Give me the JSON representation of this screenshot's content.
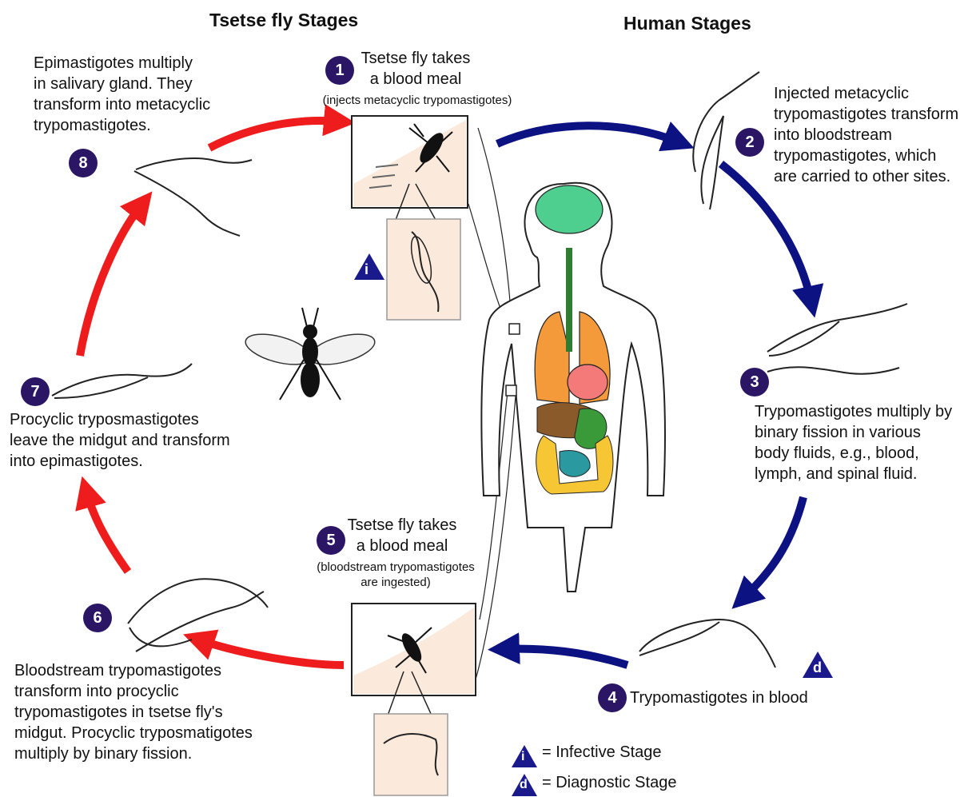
{
  "headers": {
    "tsetse": "Tsetse fly Stages",
    "human": "Human Stages"
  },
  "steps": [
    {
      "n": "1",
      "text": "Tsetse fly takes\na blood meal",
      "sub": "(injects metacyclic trypomastigotes)"
    },
    {
      "n": "2",
      "text": "Injected metacyclic\ntrypomastigotes transform\ninto bloodstream\ntrypomastigotes, which\nare carried to other sites."
    },
    {
      "n": "3",
      "text": "Trypomastigotes multiply by\nbinary fission in various\nbody fluids, e.g., blood,\nlymph, and spinal fluid."
    },
    {
      "n": "4",
      "text": "Trypomastigotes in blood"
    },
    {
      "n": "5",
      "text": "Tsetse fly takes\na blood meal",
      "sub": "(bloodstream trypomastigotes\nare ingested)"
    },
    {
      "n": "6",
      "text": "Bloodstream trypomastigotes\ntransform into procyclic\ntrypomastigotes in tsetse fly's\nmidgut. Procyclic tryposmatigotes\nmultiply by binary fission."
    },
    {
      "n": "7",
      "text": "Procyclic tryposmastigotes\nleave the midgut and transform\ninto epimastigotes."
    },
    {
      "n": "8",
      "text": "Epimastigotes multiply\nin salivary gland. They\ntransform into metacyclic\ntrypomastigotes."
    }
  ],
  "legend": {
    "infective_symbol": "i",
    "infective_label": "= Infective Stage",
    "diagnostic_symbol": "d",
    "diagnostic_label": "= Diagnostic Stage"
  },
  "colors": {
    "tsetse_arrow": "#ee1c1c",
    "human_arrow": "#0d1282",
    "step_badge": "#2b1565",
    "legend_triangle": "#1a1a8c",
    "skin": "#fbeadb",
    "brain": "#4fcf8f",
    "lungs": "#f59a3a",
    "heart": "#f47a7a",
    "liver": "#8b5a2b",
    "stomach": "#3a9a3a",
    "colon": "#f7c634",
    "small_intestine": "#2a9aa0"
  }
}
